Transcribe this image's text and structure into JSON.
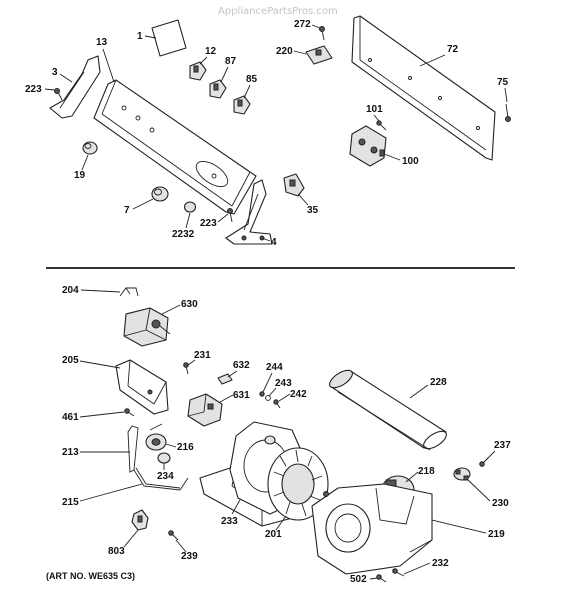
{
  "watermark": "AppliancePartsPros.com",
  "art_note": "(ART NO. WE635 C3)",
  "callouts": {
    "c1": "1",
    "c272": "272",
    "c72": "72",
    "c13": "13",
    "c12": "12",
    "c220": "220",
    "c87": "87",
    "c3": "3",
    "c85": "85",
    "c223a": "223",
    "c75": "75",
    "c101": "101",
    "c100": "100",
    "c19": "19",
    "c35": "35",
    "c7": "7",
    "c223b": "223",
    "c2232": "2232",
    "c4": "4",
    "c204": "204",
    "c630": "630",
    "c205": "205",
    "c231": "231",
    "c632": "632",
    "c244": "244",
    "c243": "243",
    "c242": "242",
    "c228": "228",
    "c631": "631",
    "c461": "461",
    "c213": "213",
    "c216": "216",
    "c234": "234",
    "c237": "237",
    "c218": "218",
    "c230": "230",
    "c215": "215",
    "c233": "233",
    "c201": "201",
    "c219": "219",
    "c803": "803",
    "c239": "239",
    "c232": "232",
    "c502": "502"
  }
}
